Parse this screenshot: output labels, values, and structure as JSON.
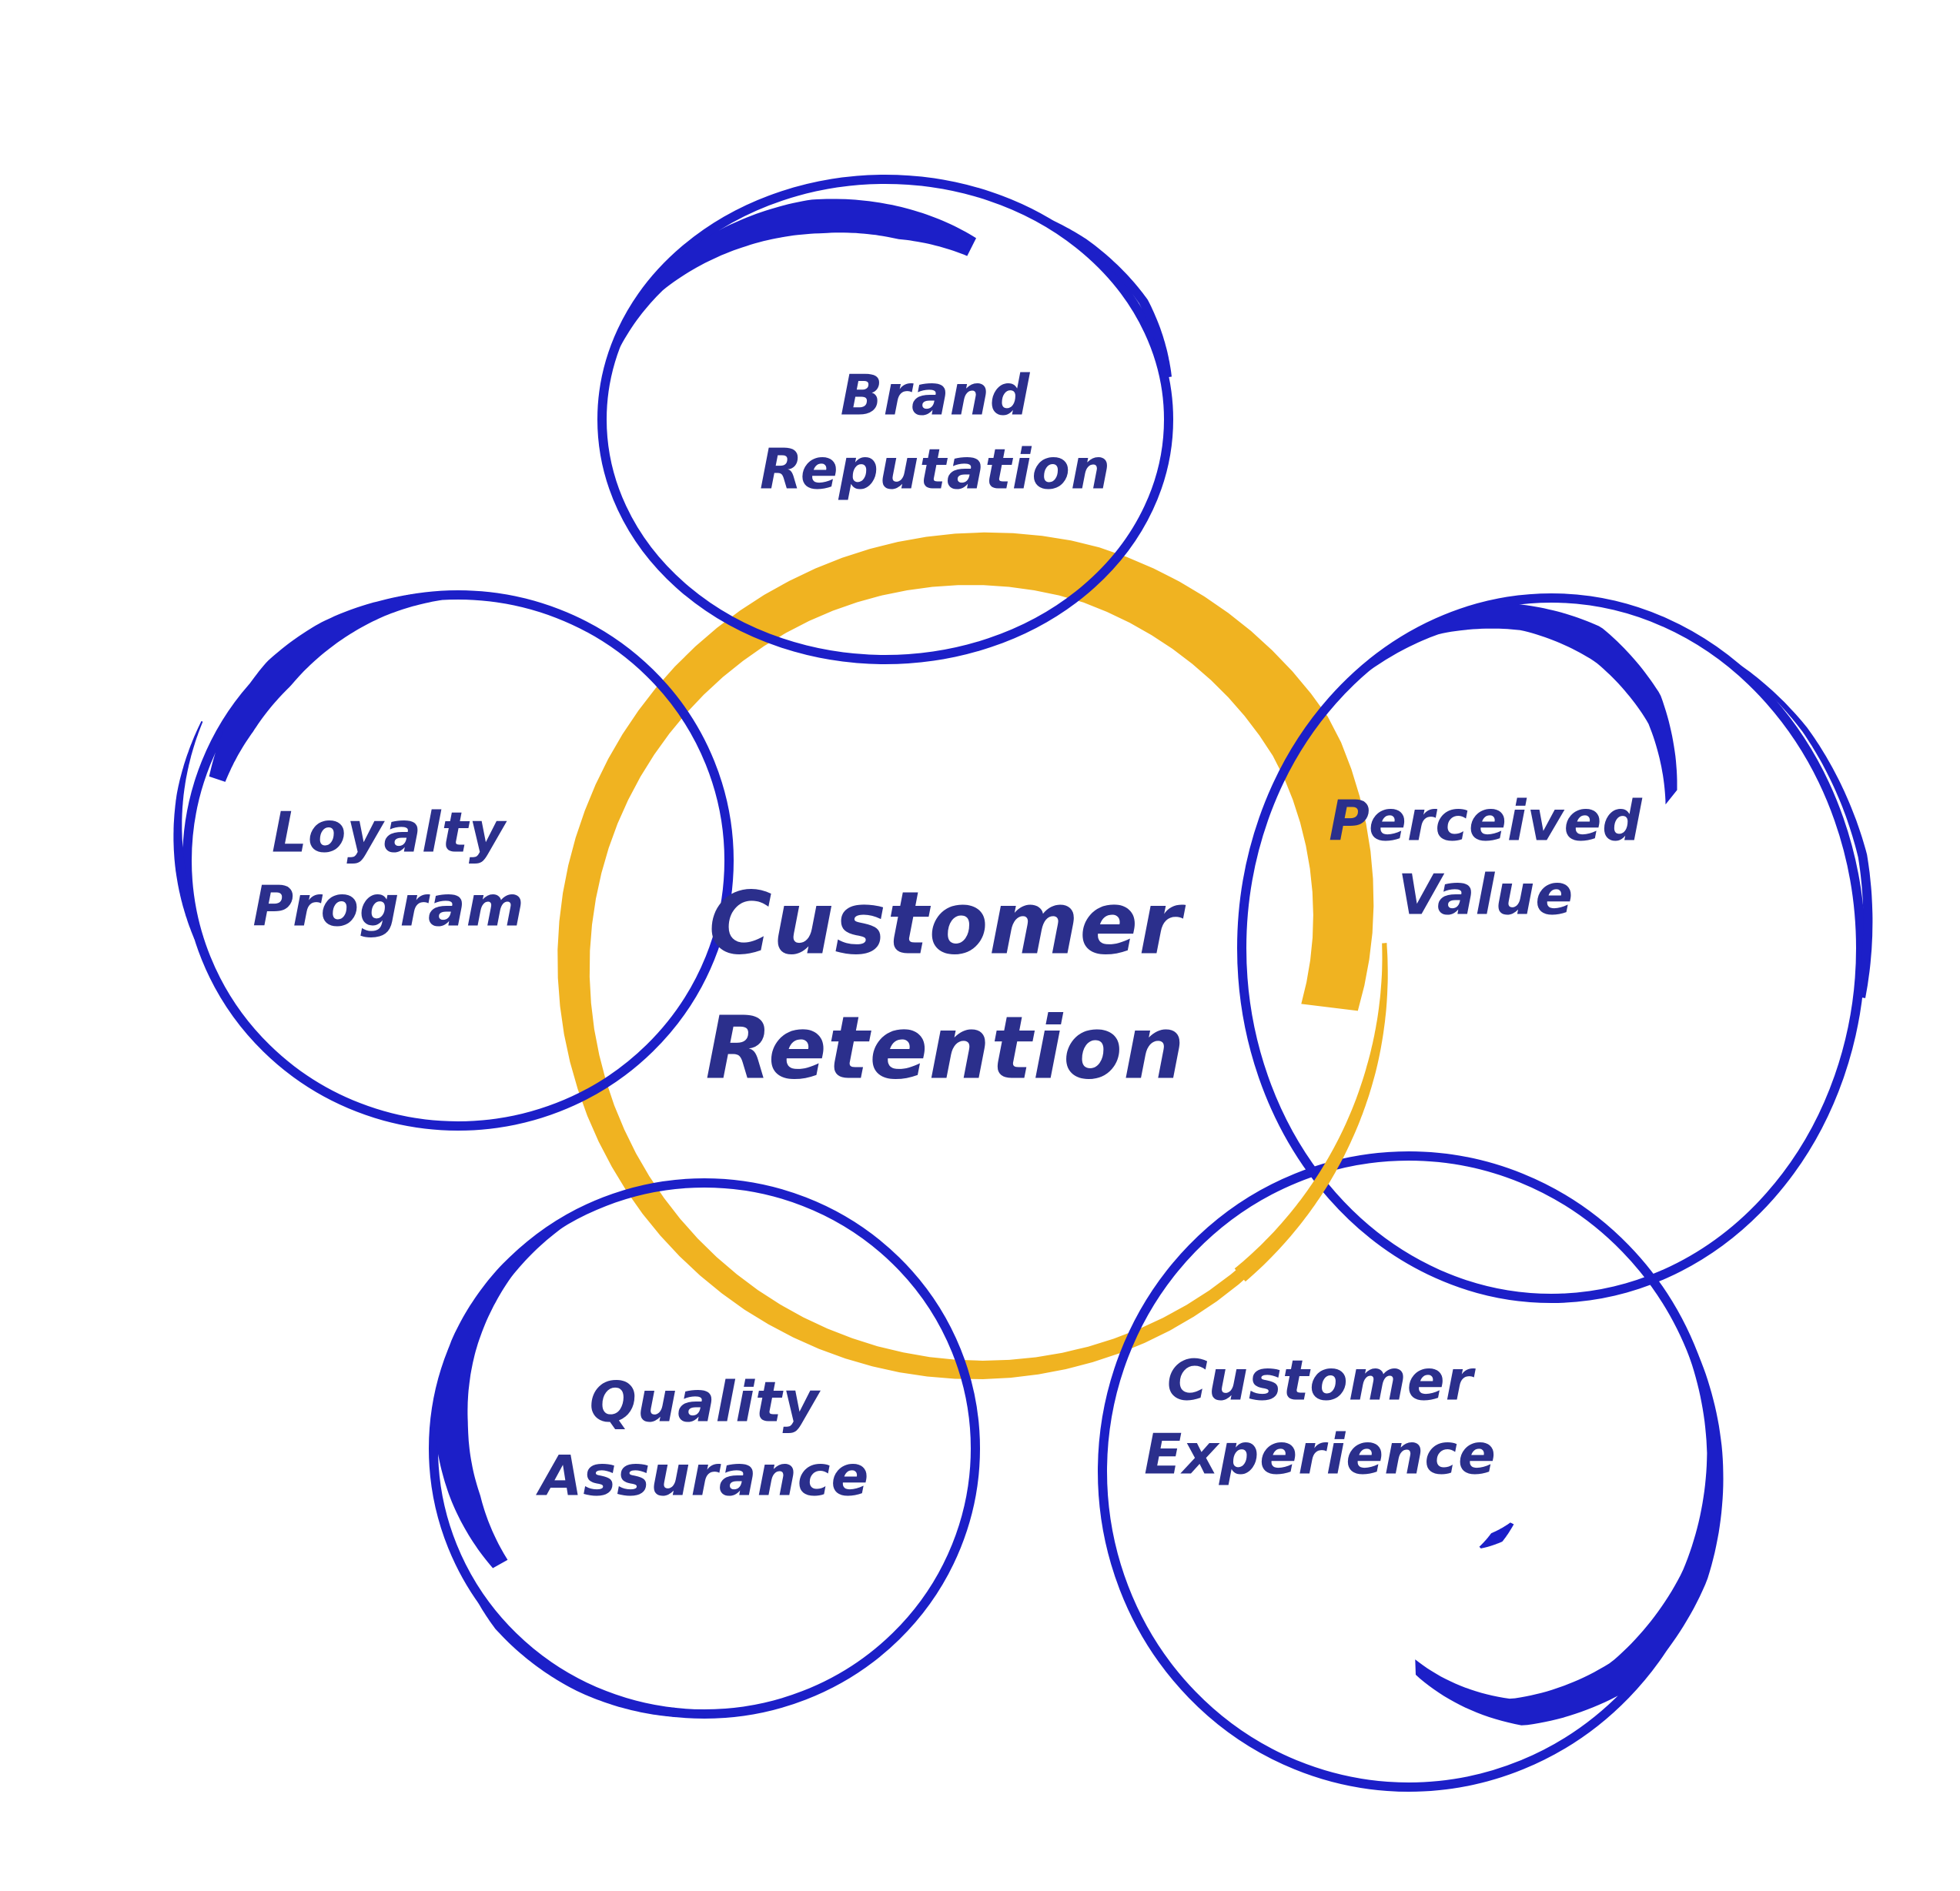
{
  "diagram": {
    "center": {
      "line1": "Customer",
      "line2": "Retention"
    },
    "nodes": [
      {
        "id": "brand-reputation",
        "line1": "Brand",
        "line2": "Reputation"
      },
      {
        "id": "perceived-value",
        "line1": "Perceived",
        "line2": "Value"
      },
      {
        "id": "customer-experience",
        "line1": "Customer",
        "line2": "Experience"
      },
      {
        "id": "quality-assurance",
        "line1": "Quality",
        "line2": "Assurance"
      },
      {
        "id": "loyalty-program",
        "line1": "Loyalty",
        "line2": "Program"
      }
    ]
  },
  "colors": {
    "circle_blue": "#1C1FC8",
    "ring_yellow": "#F0B321",
    "text_navy": "#2B2F8C",
    "background": "#FFFFFF"
  }
}
